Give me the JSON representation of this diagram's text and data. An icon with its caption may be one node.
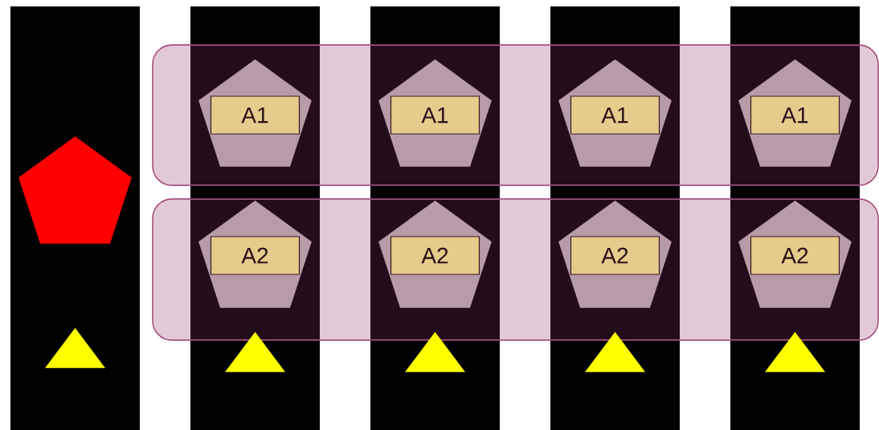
{
  "diagram": {
    "nodes": [
      {
        "text": [],
        "shape": "bar"
      },
      {
        "text": [],
        "shape": "pentagon",
        "in": 0
      },
      {
        "text": [],
        "shape": "triangle",
        "in": 0
      },
      {
        "text": [],
        "shape": "bar"
      },
      {
        "text": [],
        "shape": "bar"
      },
      {
        "text": [],
        "shape": "bar"
      },
      {
        "text": [],
        "shape": "bar"
      },
      {
        "text": [],
        "shape": "box"
      },
      {
        "text": [],
        "shape": "box"
      },
      {
        "text": [],
        "shape": "pentagon"
      },
      {
        "text": [
          "A1"
        ],
        "in": 9
      },
      {
        "text": [],
        "shape": "pentagon"
      },
      {
        "text": [
          "A1"
        ],
        "in": 11
      },
      {
        "text": [],
        "shape": "pentagon"
      },
      {
        "text": [
          "A1"
        ],
        "in": 13
      },
      {
        "text": [],
        "shape": "pentagon"
      },
      {
        "text": [
          "A1"
        ],
        "in": 15
      },
      {
        "text": [],
        "shape": "pentagon"
      },
      {
        "text": [
          "A2"
        ],
        "in": 17
      },
      {
        "text": [],
        "shape": "pentagon"
      },
      {
        "text": [
          "A2"
        ],
        "in": 19
      },
      {
        "text": [],
        "shape": "pentagon"
      },
      {
        "text": [
          "A2"
        ],
        "in": 21
      },
      {
        "text": [],
        "shape": "pentagon"
      },
      {
        "text": [
          "A2"
        ],
        "in": 23
      },
      {
        "text": [],
        "shape": "triangle",
        "in": 3
      },
      {
        "text": [],
        "shape": "triangle",
        "in": 4
      },
      {
        "text": [],
        "shape": "triangle",
        "in": 5
      },
      {
        "text": [],
        "shape": "triangle",
        "in": 6
      }
    ]
  }
}
